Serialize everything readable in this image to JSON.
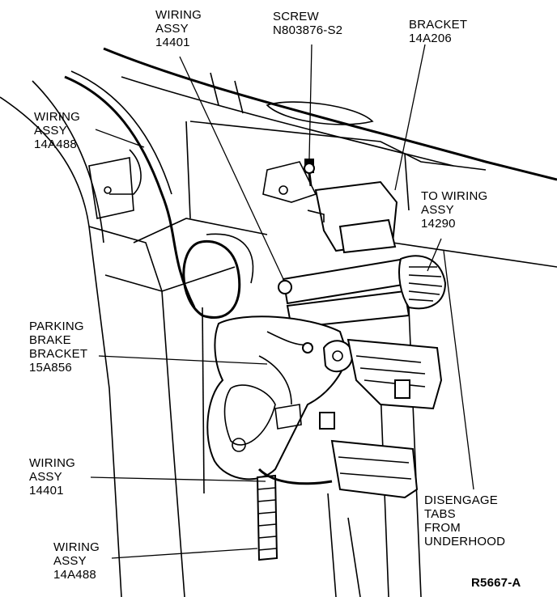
{
  "labels": {
    "wiring_assy_14401_top": [
      "WIRING",
      "ASSY",
      "14401"
    ],
    "screw": [
      "SCREW",
      "N803876-S2"
    ],
    "bracket": [
      "BRACKET",
      "14A206"
    ],
    "wiring_assy_14a488_top": [
      "WIRING",
      "ASSY",
      "14A488"
    ],
    "to_wiring_assy": [
      "TO WIRING",
      "ASSY",
      "14290"
    ],
    "parking_brake_bracket": [
      "PARKING",
      "BRAKE",
      "BRACKET",
      "15A856"
    ],
    "wiring_assy_14401_bottom": [
      "WIRING",
      "ASSY",
      "14401"
    ],
    "disengage_tabs": [
      "DISENGAGE",
      "TABS",
      "FROM",
      "UNDERHOOD"
    ],
    "wiring_assy_14a488_bottom": [
      "WIRING",
      "ASSY",
      "14A488"
    ],
    "figure_code": "R5667-A"
  }
}
